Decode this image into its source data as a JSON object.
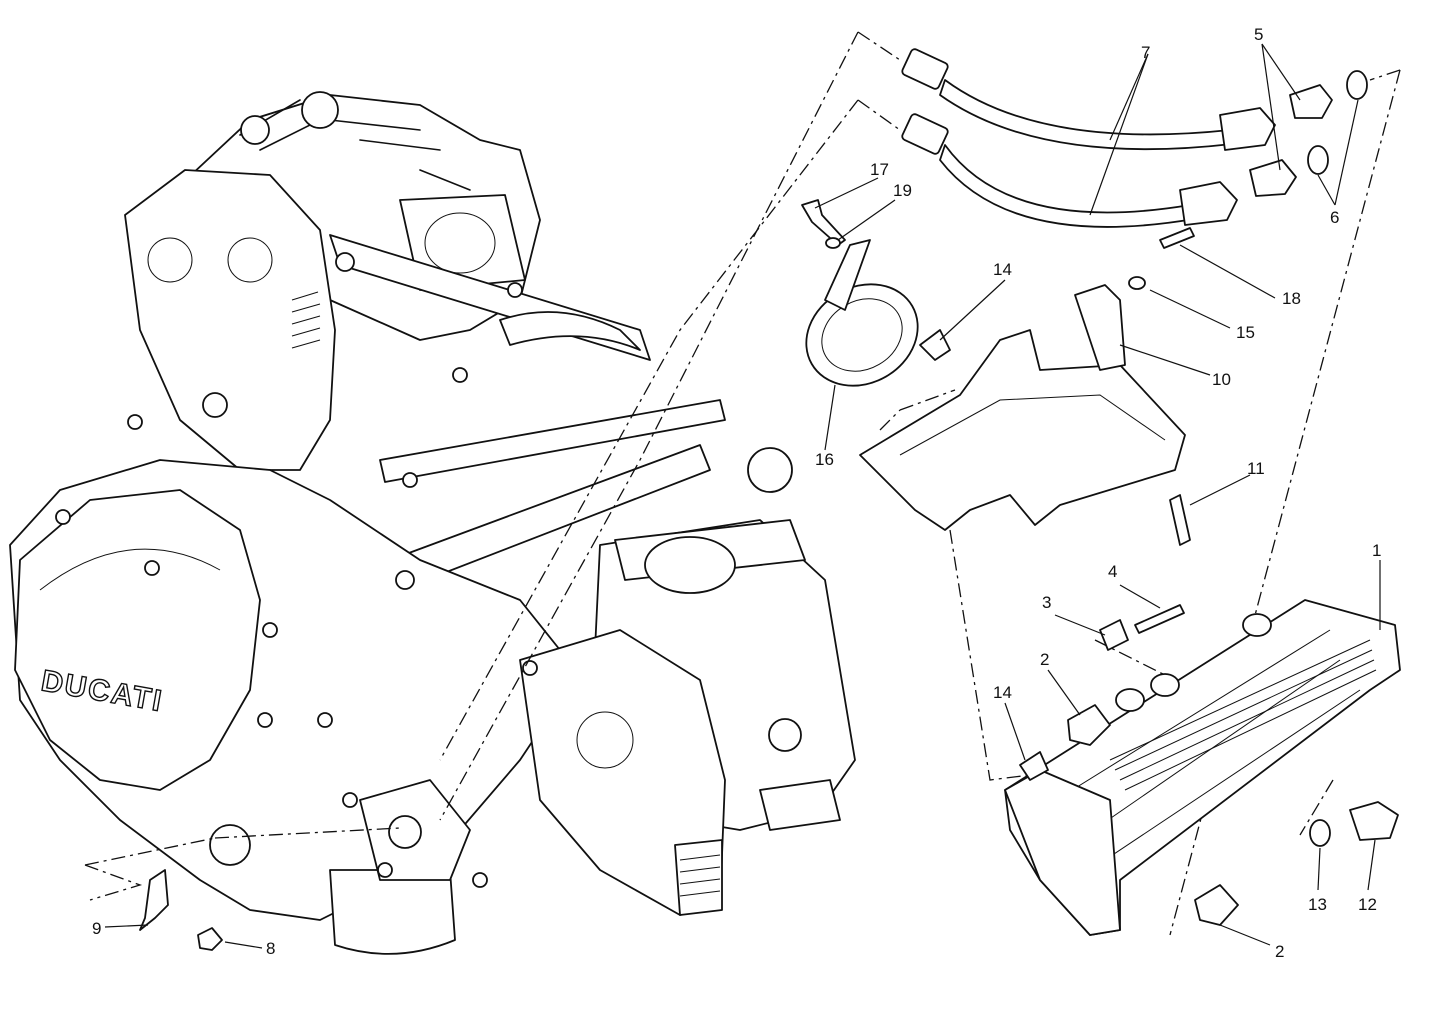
{
  "engine": {
    "brand_text": "DUCATI"
  },
  "callouts": {
    "c1": "1",
    "c2a": "2",
    "c2b": "2",
    "c3": "3",
    "c4": "4",
    "c5": "5",
    "c6": "6",
    "c7": "7",
    "c8": "8",
    "c9": "9",
    "c10": "10",
    "c11": "11",
    "c12": "12",
    "c13": "13",
    "c14a": "14",
    "c14b": "14",
    "c15": "15",
    "c16": "16",
    "c17": "17",
    "c18": "18",
    "c19": "19"
  },
  "line_color": "#111111",
  "background_color": "#ffffff"
}
